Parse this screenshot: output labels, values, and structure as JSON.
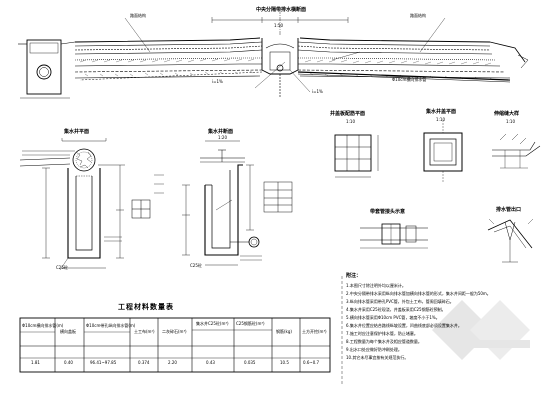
{
  "drawing": {
    "section_title": "中央分隔带排水横断面",
    "section_scale": "1:50",
    "roadbed_left_label": "路面结构",
    "roadbed_right_label": "路面结构",
    "pipe_note": "Φ10cm横向排水管",
    "pipe_slope_left": "i=1%",
    "pipe_slope_right": "i=1%"
  },
  "views": {
    "well_plan_title": "集水井平面",
    "well_section_title": "集水井断面",
    "well_section_scale": "1:20",
    "top_view_title": "井盖板配筋平面",
    "top_view_scale": "1:10",
    "grate_title": "集水井盖平面",
    "grate_scale": "1:10",
    "joint_title": "伸缩缝大样",
    "joint_scale": "1:10",
    "connector_title": "带套管接头示意",
    "outlet_title": "排水管出口",
    "concrete_label_1": "C25砼",
    "concrete_label_2": "C25砼"
  },
  "table": {
    "title": "工程材料数量表",
    "headers": [
      "Φ10cm横向排水管(m)",
      "横向盖板",
      "Φ10cm带孔纵向排水管(m)",
      "土工布(m²)",
      "二灰碎石(m³)",
      "集水井C25砼(m³)",
      "C25钢筋砼(m³)",
      "钢筋(kg)",
      "土方开挖(m³)"
    ],
    "subheaders": [
      "",
      "",
      "",
      "",
      "",
      "",
      "",
      "",
      ""
    ],
    "values": [
      "1.81",
      "0.40",
      "96.41~97.85",
      "0.374",
      "2.20",
      "0.43",
      "0.035",
      "10.5",
      "0.6~0.7"
    ]
  },
  "notes": {
    "heading": "附注：",
    "lines": [
      "1.本图尺寸除注明外均以厘米计。",
      "2.中央分隔带排水采用纵向排水管加横向排水管的形式，集水井间距一般为50m。",
      "3.纵向排水管采用带孔PVC管，外包土工布，管周回填碎石。",
      "4.集水井采用C25砼现浇，井盖板采用C25钢筋砼预制。",
      "5.横向排水管采用Φ10cm PVC管，坡度不小于1%。",
      "6.集水井位置应结合路线纵坡设置，凹曲线底部必须设置集水井。",
      "7.施工时应注意保护排水管，防止堵塞。",
      "8.工程数量为每个集水井及相应管道数量。",
      "9.出水口处应做好防冲刷处理。",
      "10.其它未尽事宜按有关规范执行。"
    ]
  }
}
